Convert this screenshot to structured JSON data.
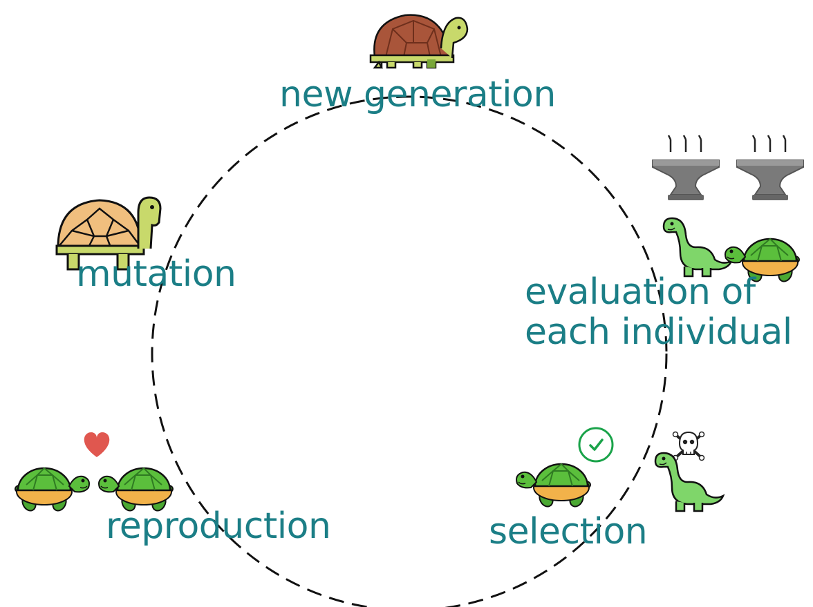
{
  "diagram": {
    "stages": [
      {
        "id": "new-generation",
        "lines": [
          "new generation"
        ]
      },
      {
        "id": "evaluation",
        "lines": [
          "evaluation of",
          "each individual"
        ]
      },
      {
        "id": "selection",
        "lines": [
          "selection"
        ]
      },
      {
        "id": "reproduction",
        "lines": [
          "reproduction"
        ]
      },
      {
        "id": "mutation",
        "lines": [
          "mutation"
        ]
      }
    ],
    "cycle_style": "dashed-circle",
    "icons": [
      "brown-tortoise-icon",
      "anvil-icon",
      "dinosaur-icon",
      "green-turtle-icon",
      "checkmark-icon",
      "skull-crossbones-icon",
      "heart-icon",
      "tan-tortoise-icon"
    ],
    "colors": {
      "label_text": "#1b7e86",
      "circle_stroke": "#111111",
      "heart": "#e0574f",
      "check": "#1aa34a",
      "turtle_green": "#5bbf3c",
      "dino_green": "#7fd66a"
    }
  }
}
